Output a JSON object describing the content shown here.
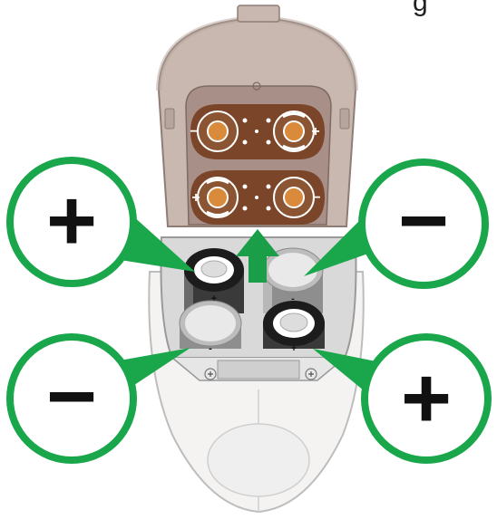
{
  "top_text_fragment": "g",
  "callouts": [
    {
      "id": "top-left",
      "symbol": "+",
      "polarity": "positive"
    },
    {
      "id": "top-right",
      "symbol": "−",
      "polarity": "negative"
    },
    {
      "id": "bottom-left",
      "symbol": "−",
      "polarity": "negative"
    },
    {
      "id": "bottom-right",
      "symbol": "+",
      "polarity": "positive"
    }
  ],
  "battery_marks": {
    "top_left": "+",
    "top_right": "-",
    "bottom_left": "-",
    "bottom_right": "+"
  },
  "contact_marks": {
    "upper_left": "−",
    "upper_right": "+",
    "lower_left": "+",
    "lower_right": "−"
  },
  "colors": {
    "callout_green": "#1aa64b",
    "arrow_green": "#1a9e48",
    "lid_fill": "#c8b8b0",
    "lid_inner": "#a89088",
    "contact_plate": "#7a4528",
    "contact_core": "#d98a3a",
    "body_fill": "#f4f3f2",
    "well_fill": "#d9d9d9"
  },
  "icons": {
    "arrow": "up-arrow-icon",
    "screw": "screw-icon"
  }
}
